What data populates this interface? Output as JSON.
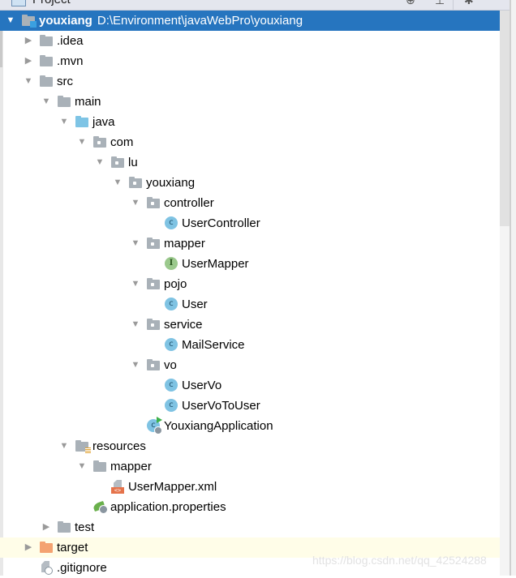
{
  "header": {
    "title": "Project",
    "icons": [
      "globe-icon",
      "collapse-icon",
      "gear-icon"
    ]
  },
  "tree": [
    {
      "depth": 0,
      "state": "expanded",
      "icon": "module-folder",
      "label": "youxiang",
      "path": "D:\\Environment\\javaWebPro\\youxiang",
      "selected": true
    },
    {
      "depth": 1,
      "state": "collapsed",
      "icon": "folder",
      "label": ".idea"
    },
    {
      "depth": 1,
      "state": "collapsed",
      "icon": "folder",
      "label": ".mvn"
    },
    {
      "depth": 1,
      "state": "expanded",
      "icon": "folder",
      "label": "src"
    },
    {
      "depth": 2,
      "state": "expanded",
      "icon": "folder",
      "label": "main"
    },
    {
      "depth": 3,
      "state": "expanded",
      "icon": "source-folder",
      "label": "java"
    },
    {
      "depth": 4,
      "state": "expanded",
      "icon": "package",
      "label": "com"
    },
    {
      "depth": 5,
      "state": "expanded",
      "icon": "package",
      "label": "lu"
    },
    {
      "depth": 6,
      "state": "expanded",
      "icon": "package",
      "label": "youxiang"
    },
    {
      "depth": 7,
      "state": "expanded",
      "icon": "package",
      "label": "controller"
    },
    {
      "depth": 8,
      "state": "leaf",
      "icon": "class",
      "label": "UserController"
    },
    {
      "depth": 7,
      "state": "expanded",
      "icon": "package",
      "label": "mapper"
    },
    {
      "depth": 8,
      "state": "leaf",
      "icon": "interface",
      "label": "UserMapper"
    },
    {
      "depth": 7,
      "state": "expanded",
      "icon": "package",
      "label": "pojo"
    },
    {
      "depth": 8,
      "state": "leaf",
      "icon": "class",
      "label": "User"
    },
    {
      "depth": 7,
      "state": "expanded",
      "icon": "package",
      "label": "service"
    },
    {
      "depth": 8,
      "state": "leaf",
      "icon": "class",
      "label": "MailService"
    },
    {
      "depth": 7,
      "state": "expanded",
      "icon": "package",
      "label": "vo"
    },
    {
      "depth": 8,
      "state": "leaf",
      "icon": "class",
      "label": "UserVo"
    },
    {
      "depth": 8,
      "state": "leaf",
      "icon": "class",
      "label": "UserVoToUser"
    },
    {
      "depth": 7,
      "state": "leaf",
      "icon": "spring-app-class",
      "label": "YouxiangApplication"
    },
    {
      "depth": 3,
      "state": "expanded",
      "icon": "resources-folder",
      "label": "resources"
    },
    {
      "depth": 4,
      "state": "expanded",
      "icon": "folder",
      "label": "mapper"
    },
    {
      "depth": 5,
      "state": "leaf",
      "icon": "xml-file",
      "label": "UserMapper.xml"
    },
    {
      "depth": 4,
      "state": "leaf",
      "icon": "spring-properties",
      "label": "application.properties"
    },
    {
      "depth": 2,
      "state": "collapsed",
      "icon": "folder",
      "label": "test"
    },
    {
      "depth": 1,
      "state": "collapsed",
      "icon": "excluded-folder",
      "label": "target",
      "highlight": true
    },
    {
      "depth": 1,
      "state": "leaf",
      "icon": "ignore-file",
      "label": ".gitignore"
    }
  ],
  "watermark": "https://blog.csdn.net/qq_42524288",
  "colors": {
    "selection": "#2675bf",
    "highlight_row": "#fffde8",
    "folder": "#a9b1b8",
    "source_folder": "#7ec4e5",
    "excluded_folder": "#f4a271",
    "class_icon": "#7fc3e3",
    "interface_icon": "#9bc98d"
  }
}
